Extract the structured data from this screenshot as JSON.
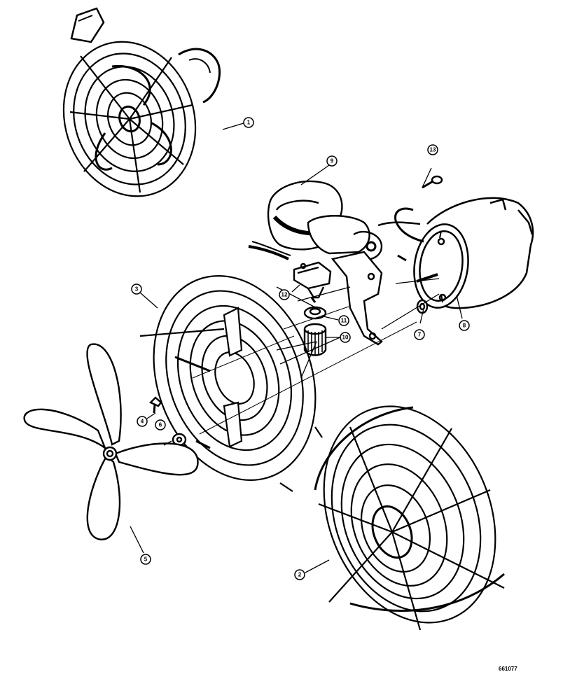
{
  "callouts": [
    {
      "id": "1",
      "label": "1"
    },
    {
      "id": "2",
      "label": "2"
    },
    {
      "id": "3",
      "label": "3"
    },
    {
      "id": "4",
      "label": "4"
    },
    {
      "id": "5",
      "label": "5"
    },
    {
      "id": "6",
      "label": "6"
    },
    {
      "id": "7",
      "label": "7"
    },
    {
      "id": "8",
      "label": "8"
    },
    {
      "id": "9",
      "label": "9"
    },
    {
      "id": "10",
      "label": "10"
    },
    {
      "id": "11",
      "label": "11"
    },
    {
      "id": "12",
      "label": "12"
    },
    {
      "id": "13",
      "label": "13"
    }
  ],
  "drawing_number": "661077",
  "colors": {
    "ink": "#000000",
    "paper": "#ffffff"
  }
}
